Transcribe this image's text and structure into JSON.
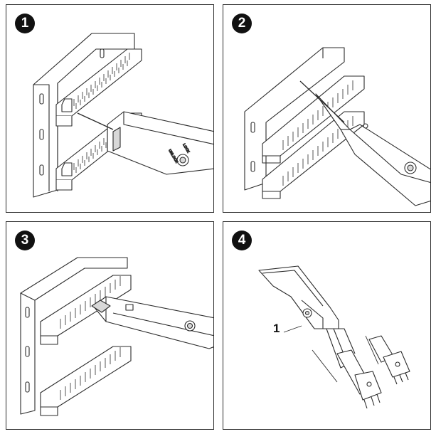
{
  "steps": [
    {
      "number": "1"
    },
    {
      "number": "2"
    },
    {
      "number": "3"
    },
    {
      "number": "4"
    }
  ],
  "tool_labels": {
    "left": "UNLOCK",
    "right": "LOCK"
  },
  "callout_label": "1",
  "colors": {
    "line": "#2b2b2b",
    "fill": "#ffffff",
    "shade": "#d8d8d8",
    "badge": "#111111"
  }
}
